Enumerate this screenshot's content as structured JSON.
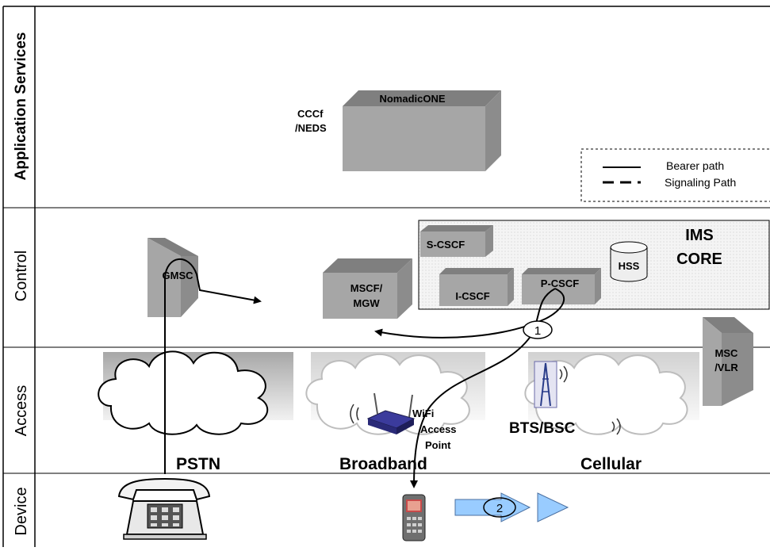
{
  "layers": {
    "application": "Application Services",
    "control": "Control",
    "access": "Access",
    "device": "Device"
  },
  "nodes": {
    "nomadicone": "NomadicONE",
    "cccf_line1": "CCCf",
    "cccf_line2": "/NEDS",
    "gmsc": "GMSC",
    "mscf_line1": "MSCF/",
    "mscf_line2": "MGW",
    "s_cscf": "S-CSCF",
    "i_cscf": "I-CSCF",
    "p_cscf": "P-CSCF",
    "hss": "HSS",
    "ims_line1": "IMS",
    "ims_line2": "CORE",
    "msc_line1": "MSC",
    "msc_line2": "/VLR"
  },
  "access": {
    "pstn": "PSTN",
    "broadband": "Broadband",
    "cellular": "Cellular",
    "wifi_line1": "WiFi",
    "wifi_line2": "Access",
    "wifi_line3": "Point",
    "bts": "BTS/BSC"
  },
  "legend": {
    "bearer": "Bearer path",
    "signaling": "Signaling Path"
  },
  "steps": {
    "step1": "1",
    "step2": "2"
  },
  "colors": {
    "box_front": "#a6a6a6",
    "box_top": "#7f7f7f",
    "box_side": "#8c8c8c",
    "handoff_arrow": "#99ccff"
  }
}
